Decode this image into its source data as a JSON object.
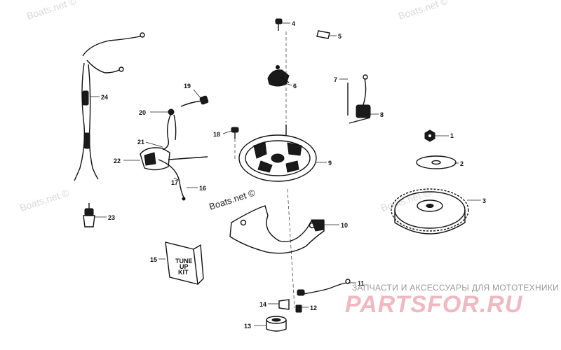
{
  "watermarks": {
    "site": "Boats.net ©",
    "site_center": "Boats.net ©",
    "brand_tagline": "ЗАПЧАСТИ И АКСЕССУАРЫ ДЛЯ МОТОТЕХНИКИ",
    "brand_logo": "PARTSFOR.RU"
  },
  "kit_box": {
    "line1": "TUNE",
    "line2": "UP",
    "line3": "KIT"
  },
  "callouts": [
    "1",
    "2",
    "3",
    "4",
    "5",
    "6",
    "7",
    "8",
    "9",
    "10",
    "11",
    "12",
    "13",
    "14",
    "15",
    "16",
    "17",
    "18",
    "19",
    "20",
    "21",
    "22",
    "23",
    "24"
  ],
  "colors": {
    "ink": "#111111",
    "watermark": "#d8d8d8",
    "brand": "#f0b8c0"
  }
}
